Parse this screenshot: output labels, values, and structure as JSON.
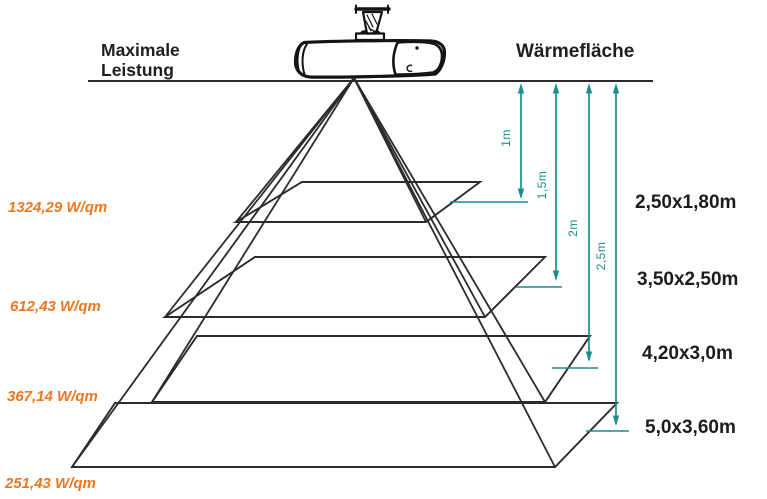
{
  "header": {
    "left_title_line1": "Maximale",
    "left_title_line2": "Leistung",
    "right_title": "Wärmefläche"
  },
  "levels": [
    {
      "power_density": "1324,29 W/qm",
      "mounting_height": "1m",
      "heat_area": "2,50x1,80m"
    },
    {
      "power_density": "612,43 W/qm",
      "mounting_height": "1,5m",
      "heat_area": "3,50x2,50m"
    },
    {
      "power_density": "367,14 W/qm",
      "mounting_height": "2m",
      "heat_area": "4,20x3,0m"
    },
    {
      "power_density": "251,43 W/qm",
      "mounting_height": "2,5m",
      "heat_area": "5,0x3,60m"
    }
  ],
  "colors": {
    "dimension_teal": "#1a8e8e",
    "power_orange": "#f0761f",
    "line_black": "#2b2b2b"
  }
}
